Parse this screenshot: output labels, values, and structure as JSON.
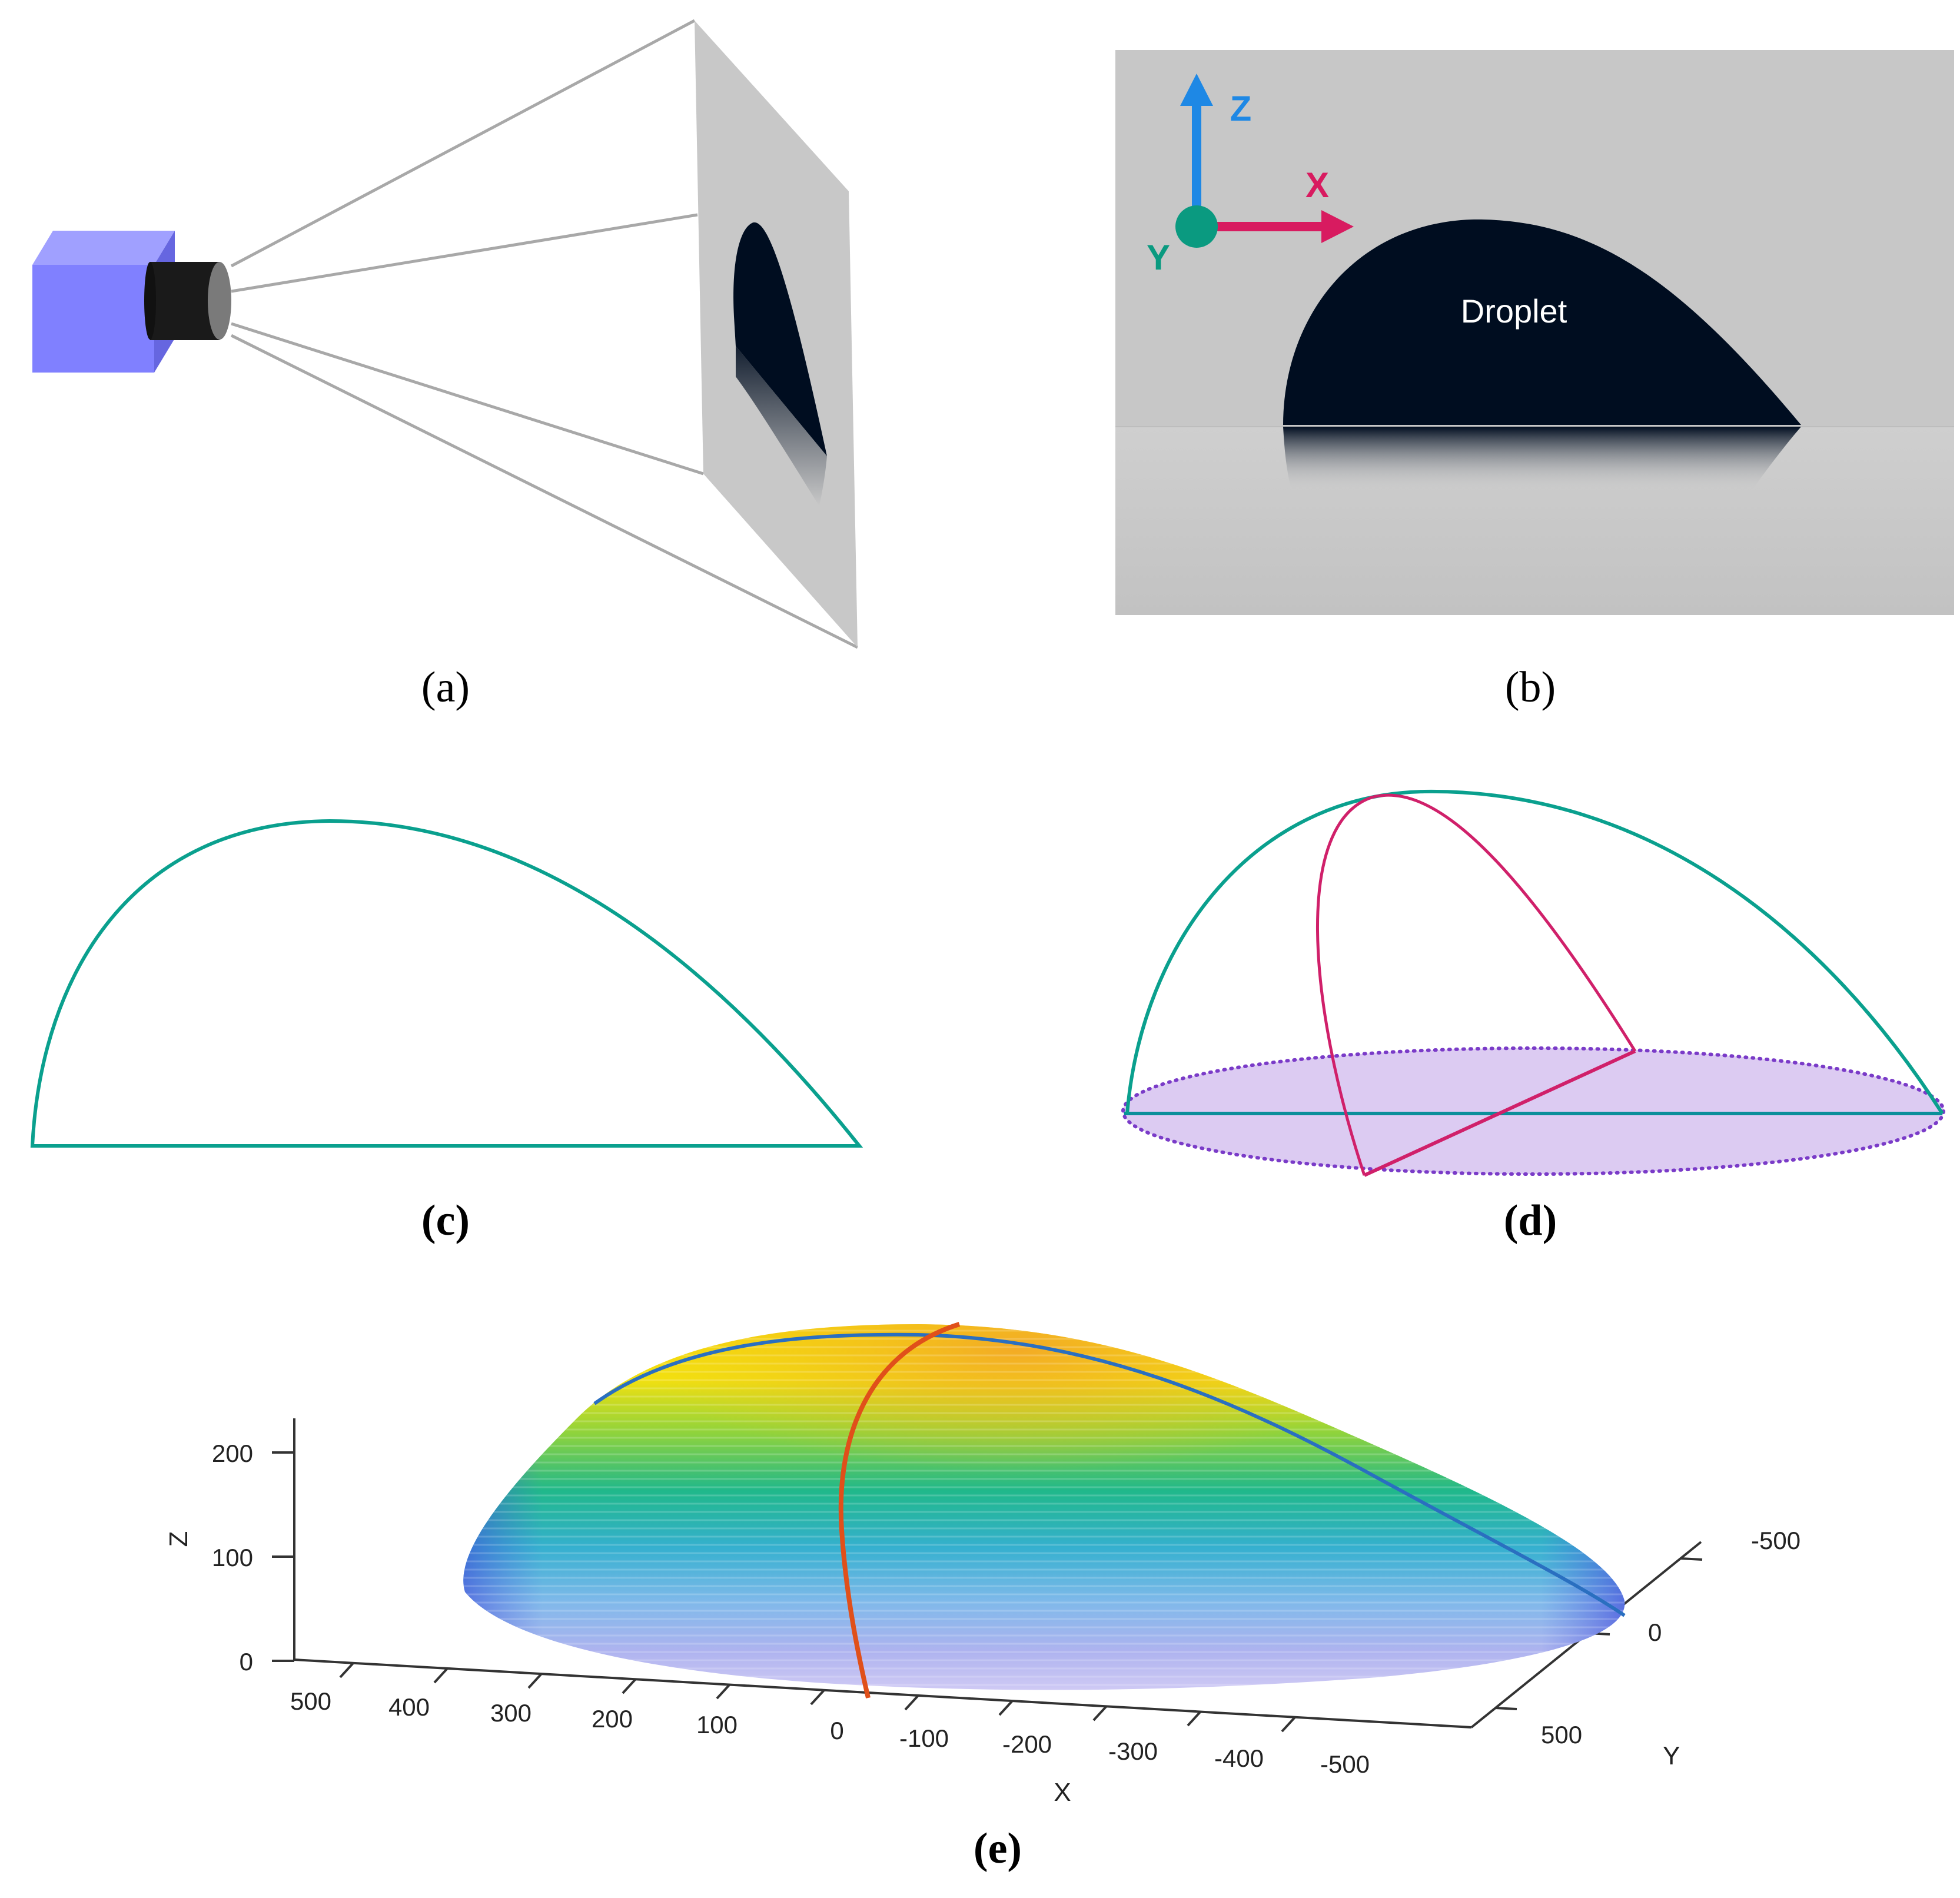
{
  "panels": {
    "a": {
      "caption": "(a)"
    },
    "b": {
      "caption": "(b)",
      "droplet_label": "Droplet",
      "axis_z": "Z",
      "axis_x": "X",
      "axis_y": "Y"
    },
    "c": {
      "caption": "(c)"
    },
    "d": {
      "caption": "(d)"
    },
    "e": {
      "caption": "(e)",
      "axis_x_label": "X",
      "axis_y_label": "Y",
      "axis_z_label": "Z",
      "x_ticks": [
        "500",
        "400",
        "300",
        "200",
        "100",
        "0",
        "-100",
        "-200",
        "-300",
        "-400",
        "-500"
      ],
      "y_ticks": [
        "-500",
        "0",
        "500"
      ],
      "z_ticks": [
        "200",
        "100",
        "0"
      ]
    }
  },
  "colors": {
    "camera_body": "#8080ff",
    "lens": "#1a1a1a",
    "screen": "#c8c8c8",
    "droplet": "#000d20",
    "profile_teal": "#0aa08e",
    "profile_magenta": "#d0206a",
    "base_ellipse_fill": "#dccbf2",
    "base_ellipse_stroke": "#7a3bc8",
    "axis_z_blue": "#1e88e5",
    "axis_x_red": "#d81b60",
    "axis_y_green": "#0a9a80"
  }
}
